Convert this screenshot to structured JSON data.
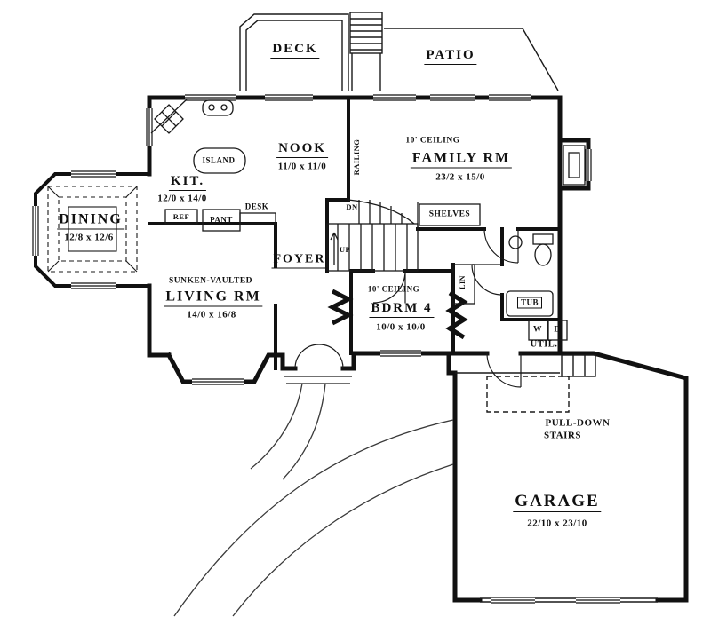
{
  "plan": {
    "outdoor": {
      "deck": "DECK",
      "patio": "PATIO"
    },
    "rooms": {
      "nook": {
        "name": "NOOK",
        "dim": "11/0 x 11/0"
      },
      "family": {
        "ceiling": "10' CEILING",
        "name": "FAMILY RM",
        "dim": "23/2 x 15/0"
      },
      "kitchen": {
        "name": "KIT.",
        "dim": "12/0 x 14/0"
      },
      "dining": {
        "name": "DINING",
        "dim": "12/8 x 12/6"
      },
      "living": {
        "note": "SUNKEN-VAULTED",
        "name": "LIVING RM",
        "dim": "14/0 x 16/8"
      },
      "bedroom4": {
        "ceiling": "10' CEILING",
        "name": "BDRM 4",
        "dim": "10/0 x 10/0"
      },
      "foyer": {
        "name": "FOYER"
      },
      "utility": {
        "name": "UTIL."
      },
      "garage": {
        "name": "GARAGE",
        "dim": "22/10 x 23/10"
      }
    },
    "features": {
      "island": "ISLAND",
      "railing": "RAILING",
      "ref": "REF",
      "pantry": "PANT",
      "desk": "DESK",
      "shelves": "SHELVES",
      "linen": "LIN",
      "tub": "TUB",
      "washer": "W",
      "dryer": "D",
      "stairs_up": "UP",
      "stairs_dn": "DN",
      "pulldown_line1": "PULL-DOWN",
      "pulldown_line2": "STAIRS"
    },
    "colors": {
      "ink": "#111111",
      "paper": "#ffffff"
    }
  }
}
